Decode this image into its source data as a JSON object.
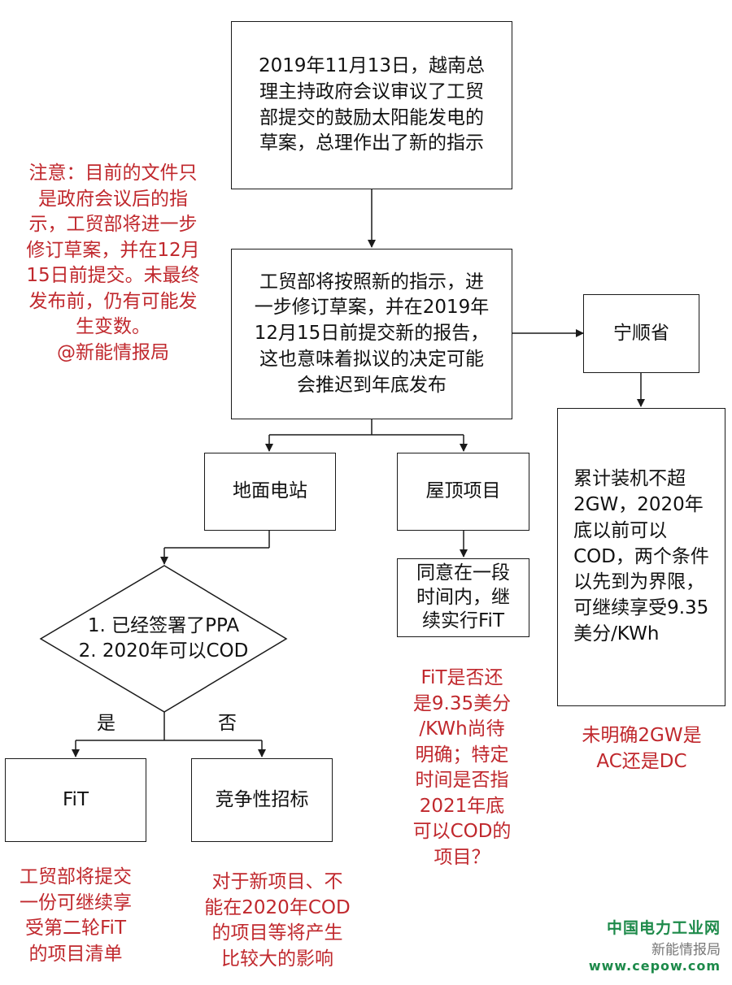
{
  "nodes": {
    "top": "2019年11月13日，越南总\n理主持政府会议审议了工贸\n部提交的鼓励太阳能发电的\n草案，总理作出了新的指示",
    "second": "工贸部将按照新的指示，进\n一步修订草案，并在2019年\n12月15日前提交新的报告，\n这也意味着拟议的决定可能\n会推迟到年底发布",
    "ground": "地面电站",
    "rooftop": "屋顶项目",
    "rooftop_detail": "同意在一段\n时间内，继\n续实行FiT",
    "province": "宁顺省",
    "province_detail": "累计装机不超\n2GW，2020年\n底以前可以\nCOD，两个条件\n以先到为界限，\n可继续享受9.35\n美分/KWh",
    "condition": "1. 已经签署了PPA\n2. 2020年可以COD",
    "fit": "FiT",
    "tender": "竞争性招标"
  },
  "branch_labels": {
    "yes": "是",
    "no": "否"
  },
  "notes": {
    "left": "注意：目前的文件只\n是政府会议后的指\n示，工贸部将进一步\n修订草案，并在12月\n15日前提交。未最终\n发布前，仍有可能发\n生变数。\n@新能情报局",
    "fit_bottom": "工贸部将提交\n一份可继续享\n受第二轮FiT\n的项目清单",
    "tender_bottom": "对于新项目、不\n能在2020年COD\n的项目等将产生\n比较大的影响",
    "rooftop_bottom": "FiT是否还\n是9.35美分\n/KWh尚待\n明确；特定\n时间是否指\n2021年底\n可以COD的\n项目？",
    "province_bottom": "未明确2GW是\nAC还是DC"
  },
  "watermark": {
    "line1": "中国电力工业网",
    "line2": "新能情报局",
    "line3": "www.cepow.com"
  },
  "colors": {
    "note_red": "#c0282d",
    "watermark_green": "#1d8a4a"
  }
}
